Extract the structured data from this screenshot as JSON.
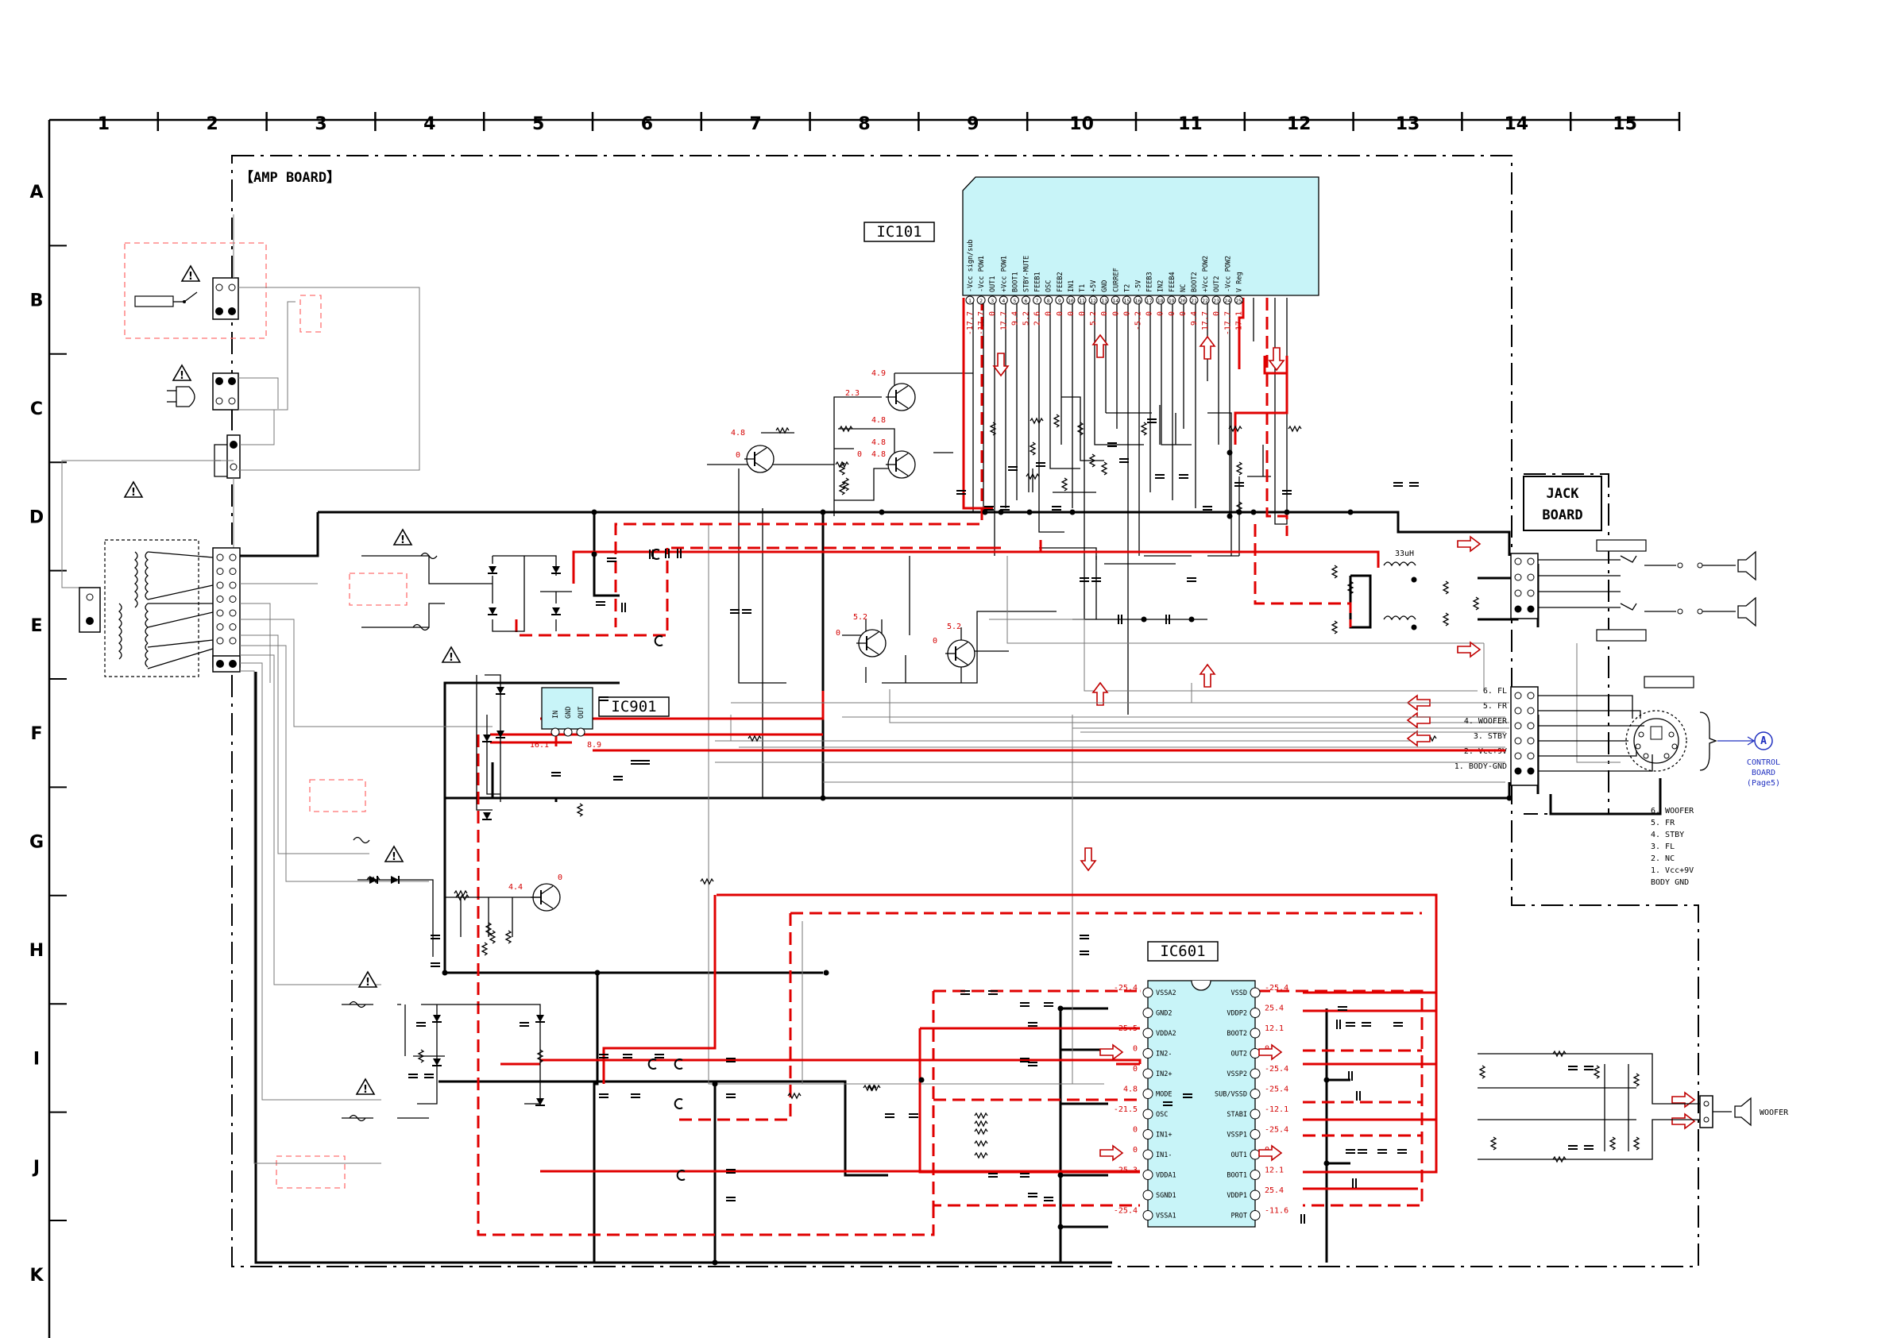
{
  "ruler": {
    "columns": [
      "1",
      "2",
      "3",
      "4",
      "5",
      "6",
      "7",
      "8",
      "9",
      "10",
      "11",
      "12",
      "13",
      "14",
      "15"
    ],
    "rows": [
      "A",
      "B",
      "C",
      "D",
      "E",
      "F",
      "G",
      "H",
      "I",
      "J",
      "K"
    ]
  },
  "boards": {
    "amp": "【AMP BOARD】",
    "jack_line1": "JACK",
    "jack_line2": "BOARD"
  },
  "ic101": {
    "name": "IC101",
    "pins": [
      "-Vcc sign/sub",
      "-Vcc POW1",
      "OUT1",
      "+Vcc POW1",
      "BOOT1",
      "STBY-MUTE",
      "FEEB1",
      "OSC",
      "FEEB2",
      "IN1",
      "T1",
      "+5V",
      "GND",
      "CURREF",
      "T2",
      "-5V",
      "FEEB3",
      "IN2",
      "FEEB4",
      "NC",
      "BOOT2",
      "+Vcc POW2",
      "OUT2",
      "-Vcc POW2",
      "V Reg"
    ],
    "voltages": [
      "-17.7",
      "-17.7",
      "0",
      "17.7",
      "9.4",
      "5.2",
      "2.6",
      "0",
      "0",
      "0",
      "0",
      "5.2",
      "0",
      "0",
      "0",
      "-5.2",
      "0",
      "0",
      "0",
      "0",
      "9.4",
      "17.7",
      "0",
      "-17.7",
      "-17.1"
    ]
  },
  "ic901": {
    "name": "IC901",
    "pins": [
      "IN",
      "GND",
      "OUT"
    ],
    "voltages": [
      "16.1",
      "",
      "8.9"
    ]
  },
  "ic601": {
    "name": "IC601",
    "left_pins": [
      "VSSA2",
      "GND2",
      "VDDA2",
      "IN2-",
      "IN2+",
      "MODE",
      "OSC",
      "IN1+",
      "IN1-",
      "VDDA1",
      "SGND1",
      "VSSA1"
    ],
    "right_pins": [
      "VSSD",
      "VDDP2",
      "BOOT2",
      "OUT2",
      "VSSP2",
      "SUB/VSSD",
      "STABI",
      "VSSP1",
      "OUT1",
      "BOOT1",
      "VDDP1",
      "PROT"
    ],
    "left_voltages": [
      "-25.4",
      "",
      "25.5",
      "0",
      "0",
      "4.8",
      "-21.5",
      "0",
      "0",
      "25.3",
      "",
      "-25.4"
    ],
    "right_voltages": [
      "-25.4",
      "25.4",
      "12.1",
      "0",
      "-25.4",
      "-25.4",
      "-12.1",
      "-25.4",
      "0",
      "12.1",
      "25.4",
      "-11.6"
    ]
  },
  "transistors": [
    {
      "volts": [
        "4.9",
        "2.3",
        "4.8"
      ]
    },
    {
      "volts": [
        "4.8",
        "0",
        "4.8"
      ]
    },
    {
      "volts": [
        "0",
        "4.8"
      ]
    },
    {
      "volts": [
        "5.2",
        "0"
      ]
    },
    {
      "volts": [
        "5.2",
        "0"
      ]
    },
    {
      "volts": [
        "4.4",
        "0"
      ]
    }
  ],
  "inductor_label": "33uH",
  "connector_signals": [
    "6. FL",
    "5. FR",
    "4. WOOFER",
    "3. STBY",
    "2. Vcc+9V",
    "1. BODY-GND"
  ],
  "control_signals": [
    "6. WOOFER",
    "5. FR",
    "4. STBY",
    "3. FL",
    "2. NC",
    "1. Vcc+9V",
    "BODY GND"
  ],
  "control_ref": {
    "letter": "A",
    "line1": "CONTROL",
    "line2": "BOARD",
    "line3": "(Page5)"
  },
  "woofer_label": "WOOFER"
}
